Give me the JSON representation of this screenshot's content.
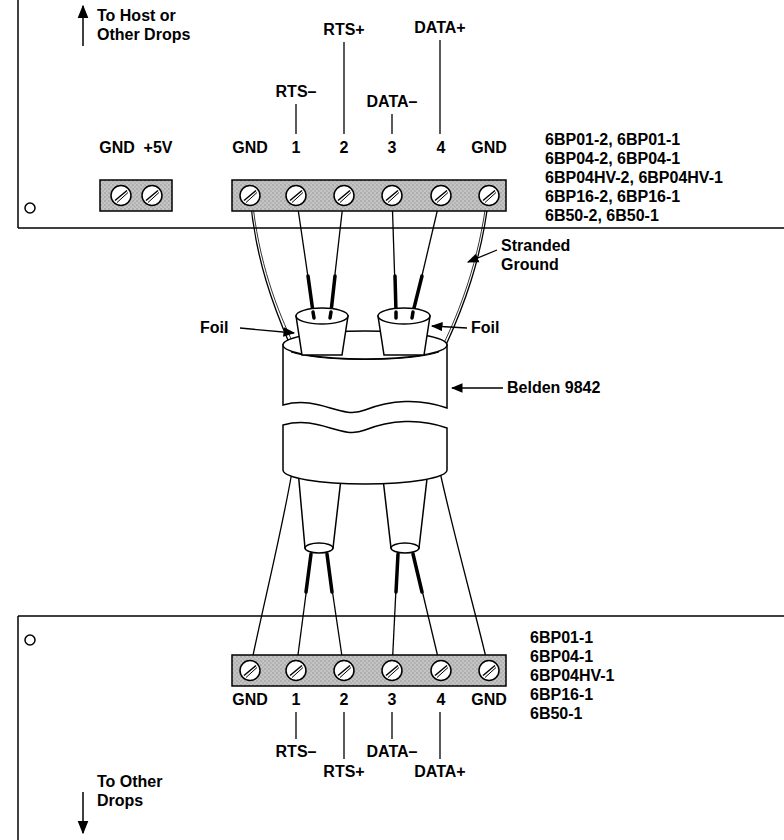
{
  "diagram": {
    "labels": [
      "To Host or Other Drops",
      "RTS–",
      "RTS+",
      "DATA–",
      "DATA+",
      "GND",
      "+5V",
      "GND",
      "1",
      "2",
      "3",
      "4",
      "GND",
      "6BP01-2, 6BP01-1",
      "6BP04-2, 6BP04-1",
      "6BP04HV-2, 6BP04HV-1",
      "6BP16-2, 6BP16-1",
      "6B50-2, 6B50-1",
      "Stranded Ground",
      "Foil",
      "Foil",
      "Belden 9842",
      "GND",
      "1",
      "2",
      "3",
      "4",
      "GND",
      "RTS–",
      "RTS+",
      "DATA–",
      "DATA+",
      "6BP01-1",
      "6BP04-1",
      "6BP04HV-1",
      "6BP16-1",
      "6B50-1",
      "To Other Drops"
    ]
  }
}
